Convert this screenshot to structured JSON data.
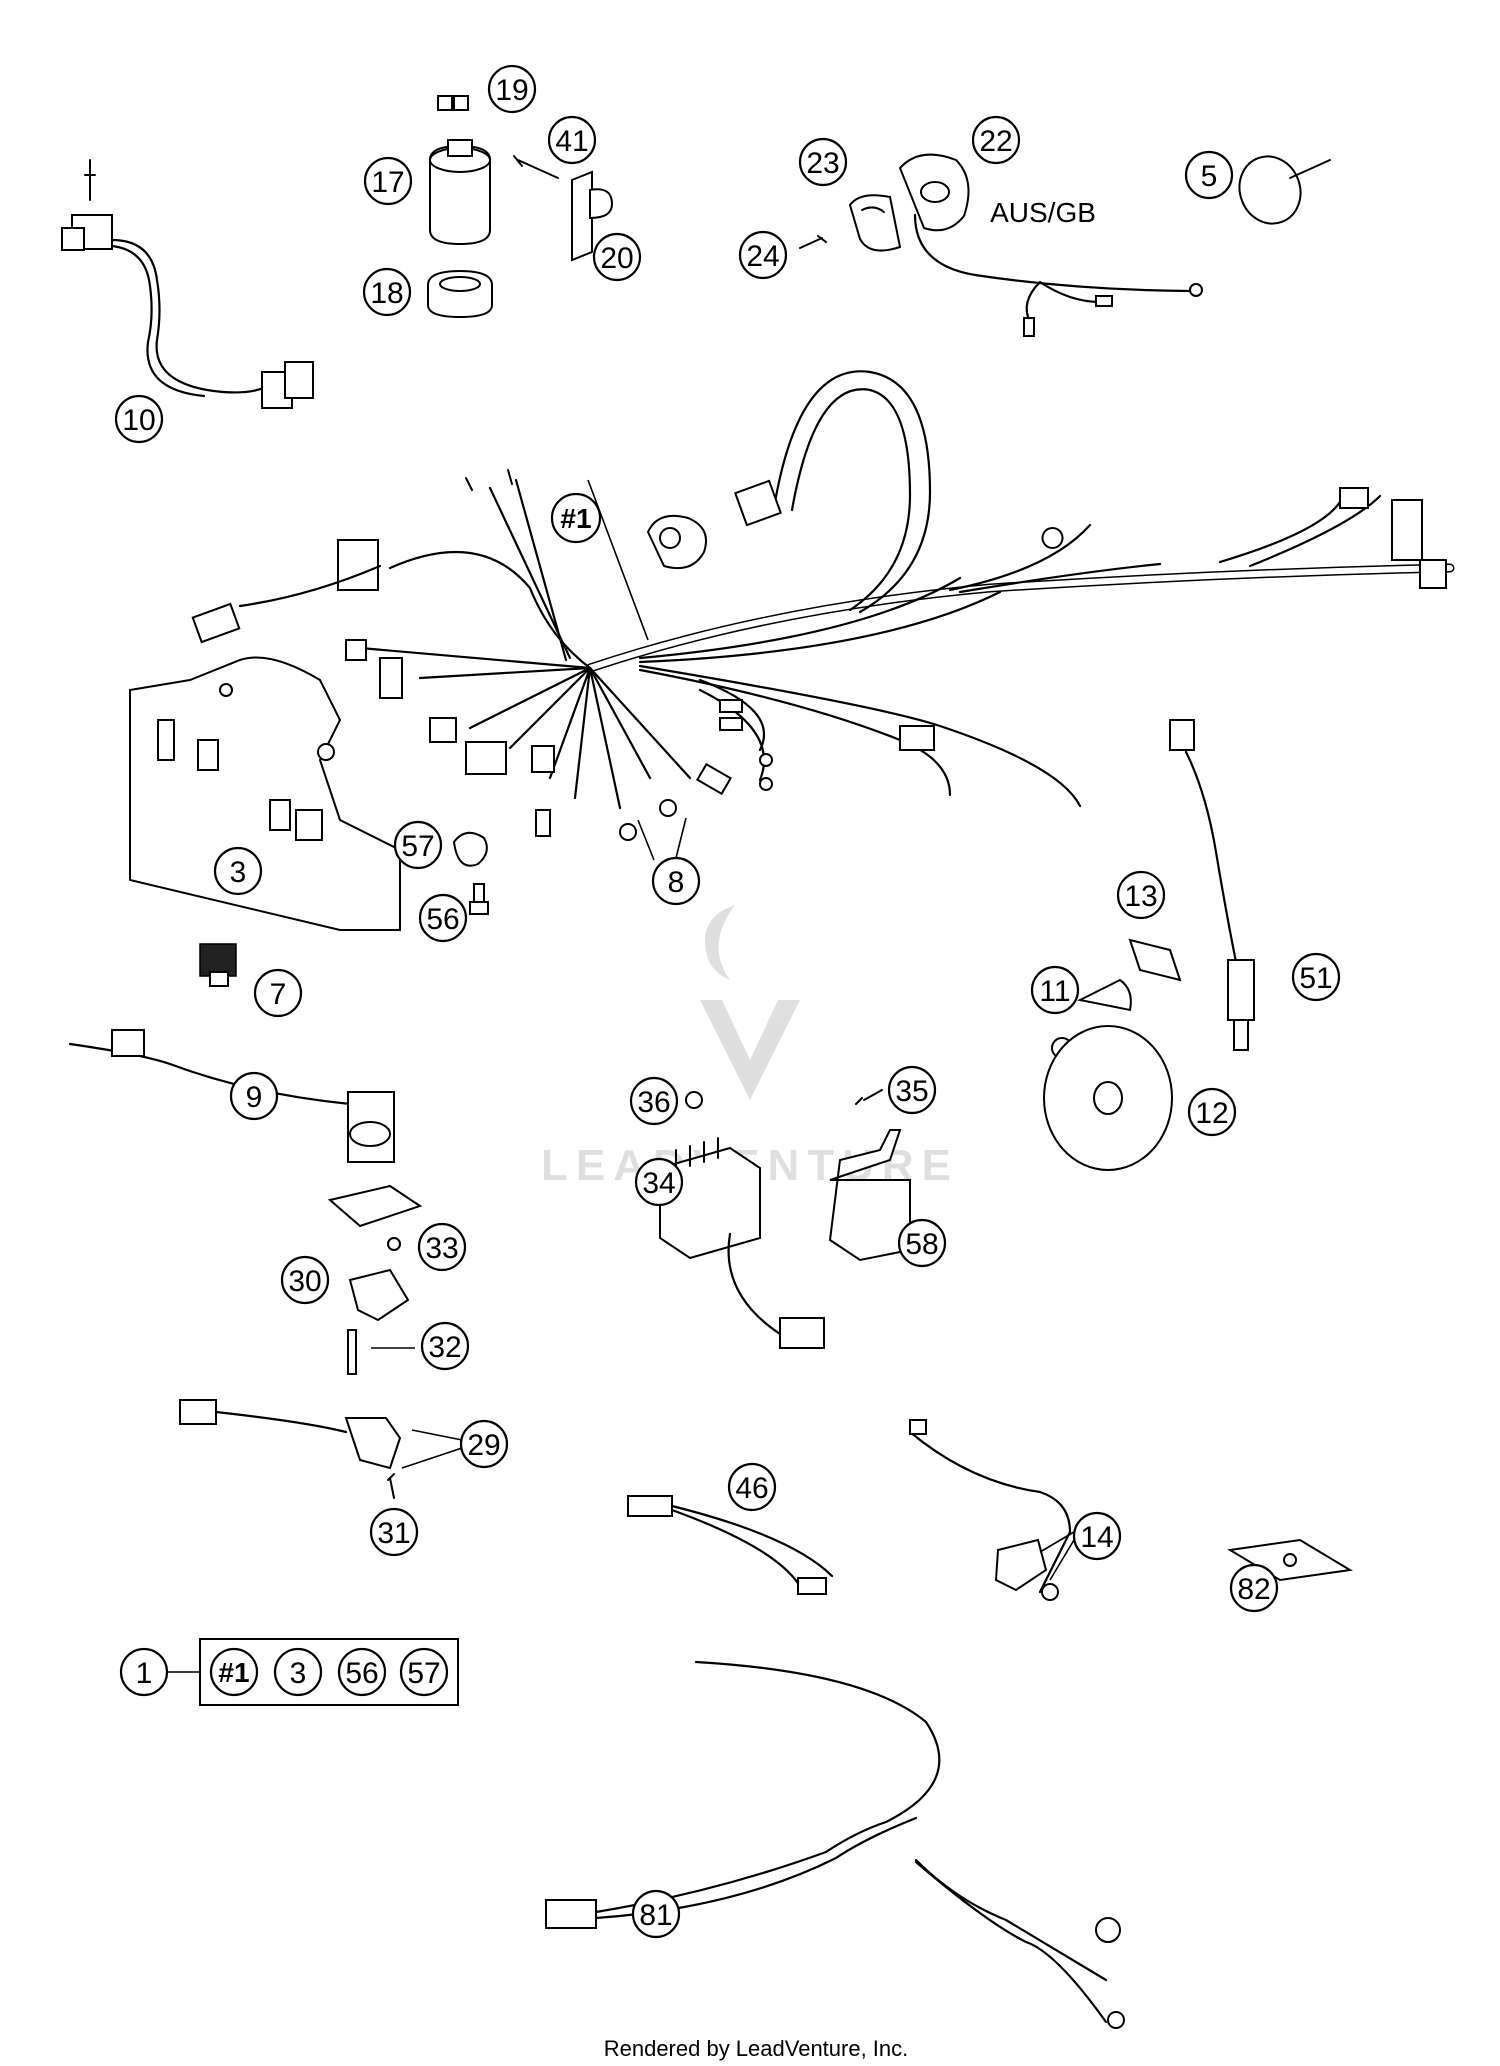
{
  "diagram": {
    "callouts": [
      "19",
      "41",
      "17",
      "20",
      "18",
      "22",
      "23",
      "24",
      "5",
      "10",
      "#1",
      "3",
      "57",
      "56",
      "8",
      "7",
      "13",
      "11",
      "51",
      "12",
      "9",
      "36",
      "35",
      "34",
      "58",
      "33",
      "30",
      "32",
      "29",
      "31",
      "46",
      "14",
      "82",
      "81"
    ],
    "kit": {
      "number": "1",
      "contents": [
        "#1",
        "3",
        "56",
        "57"
      ]
    },
    "region_label": "AUS/GB",
    "watermark": "LEADVENTURE",
    "footer": "Rendered by LeadVenture, Inc."
  }
}
